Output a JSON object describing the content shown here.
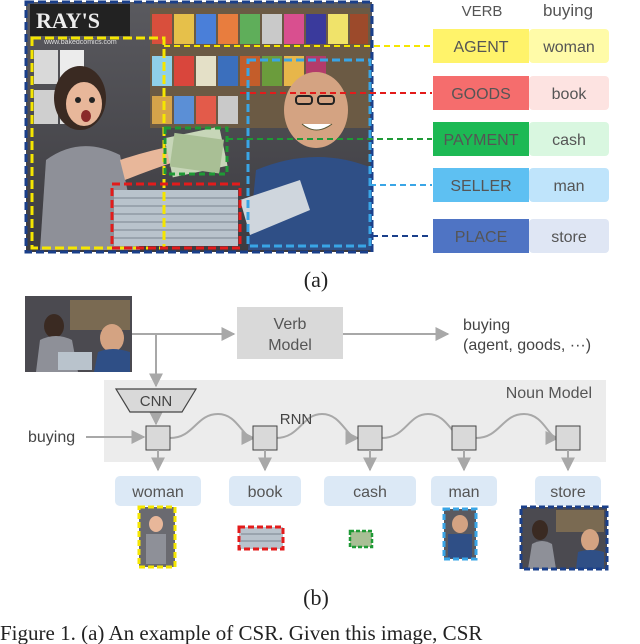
{
  "part_a": {
    "verb_header": "VERB",
    "verb_value": "buying",
    "roles": [
      {
        "role": "AGENT",
        "noun": "woman",
        "color": "#f5e600",
        "role_bg": "#fff36a",
        "noun_bg": "#fffba8"
      },
      {
        "role": "GOODS",
        "noun": "book",
        "color": "#e31b1b",
        "role_bg": "#f56d6d",
        "noun_bg": "#fde3e1"
      },
      {
        "role": "PAYMENT",
        "noun": "cash",
        "color": "#1f9a36",
        "role_bg": "#1db954",
        "noun_bg": "#d9f7e0"
      },
      {
        "role": "SELLER",
        "noun": "man",
        "color": "#39a5e6",
        "role_bg": "#5ec0f2",
        "noun_bg": "#bfe4fb"
      },
      {
        "role": "PLACE",
        "noun": "store",
        "color": "#1a3f8a",
        "role_bg": "#4f74c4",
        "noun_bg": "#dfe6f4"
      }
    ],
    "caption": "(a)",
    "photo_sign": "RAY'S",
    "photo_url_text": "www.bakedcomics.com"
  },
  "part_b": {
    "verb_model": [
      "Verb",
      "Model"
    ],
    "output_line1": "buying",
    "output_line2": "(agent, goods, ···)",
    "noun_model": "Noun Model",
    "cnn": "CNN",
    "rnn": "RNN",
    "input_label": "buying",
    "nouns": [
      "woman",
      "book",
      "cash",
      "man",
      "store"
    ],
    "caption": "(b)"
  },
  "footer_text": "Figure 1. (a) An example of CSR. Given this image, CSR"
}
